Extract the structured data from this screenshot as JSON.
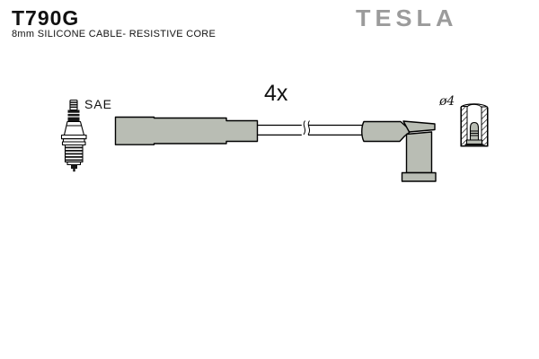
{
  "header": {
    "part_number": "T790G",
    "subtitle": "8mm SILICONE CABLE- RESISTIVE CORE",
    "brand": "TESLA"
  },
  "labels": {
    "quantity": "4x",
    "spark_plug_standard": "SAE",
    "terminal_diameter": "ø4"
  },
  "colors": {
    "background": "#ffffff",
    "boot-fill": "#b9bdb4",
    "logo-gray": "#9b9b9b",
    "ink": "#111111"
  }
}
